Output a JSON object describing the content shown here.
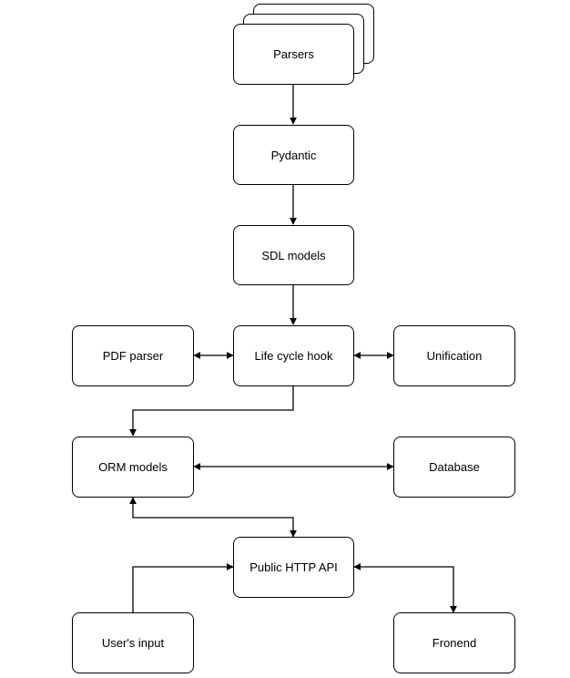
{
  "diagram": {
    "nodes": {
      "parsers": "Parsers",
      "pydantic": "Pydantic",
      "sdl_models": "SDL models",
      "pdf_parser": "PDF parser",
      "life_cycle_hook": "Life cycle hook",
      "unification": "Unification",
      "orm_models": "ORM models",
      "database": "Database",
      "public_http_api": "Public HTTP API",
      "users_input": "User's input",
      "fronend": "Fronend"
    },
    "edges": [
      {
        "from": "parsers",
        "to": "pydantic",
        "direction": "forward"
      },
      {
        "from": "pydantic",
        "to": "sdl_models",
        "direction": "forward"
      },
      {
        "from": "sdl_models",
        "to": "life_cycle_hook",
        "direction": "forward"
      },
      {
        "from": "pdf_parser",
        "to": "life_cycle_hook",
        "direction": "both"
      },
      {
        "from": "life_cycle_hook",
        "to": "unification",
        "direction": "both"
      },
      {
        "from": "life_cycle_hook",
        "to": "orm_models",
        "direction": "forward"
      },
      {
        "from": "orm_models",
        "to": "database",
        "direction": "both"
      },
      {
        "from": "orm_models",
        "to": "public_http_api",
        "direction": "both"
      },
      {
        "from": "users_input",
        "to": "public_http_api",
        "direction": "forward"
      },
      {
        "from": "public_http_api",
        "to": "fronend",
        "direction": "both"
      }
    ],
    "colors": {
      "stroke": "#000000",
      "fill": "#ffffff",
      "text": "#000000"
    }
  }
}
